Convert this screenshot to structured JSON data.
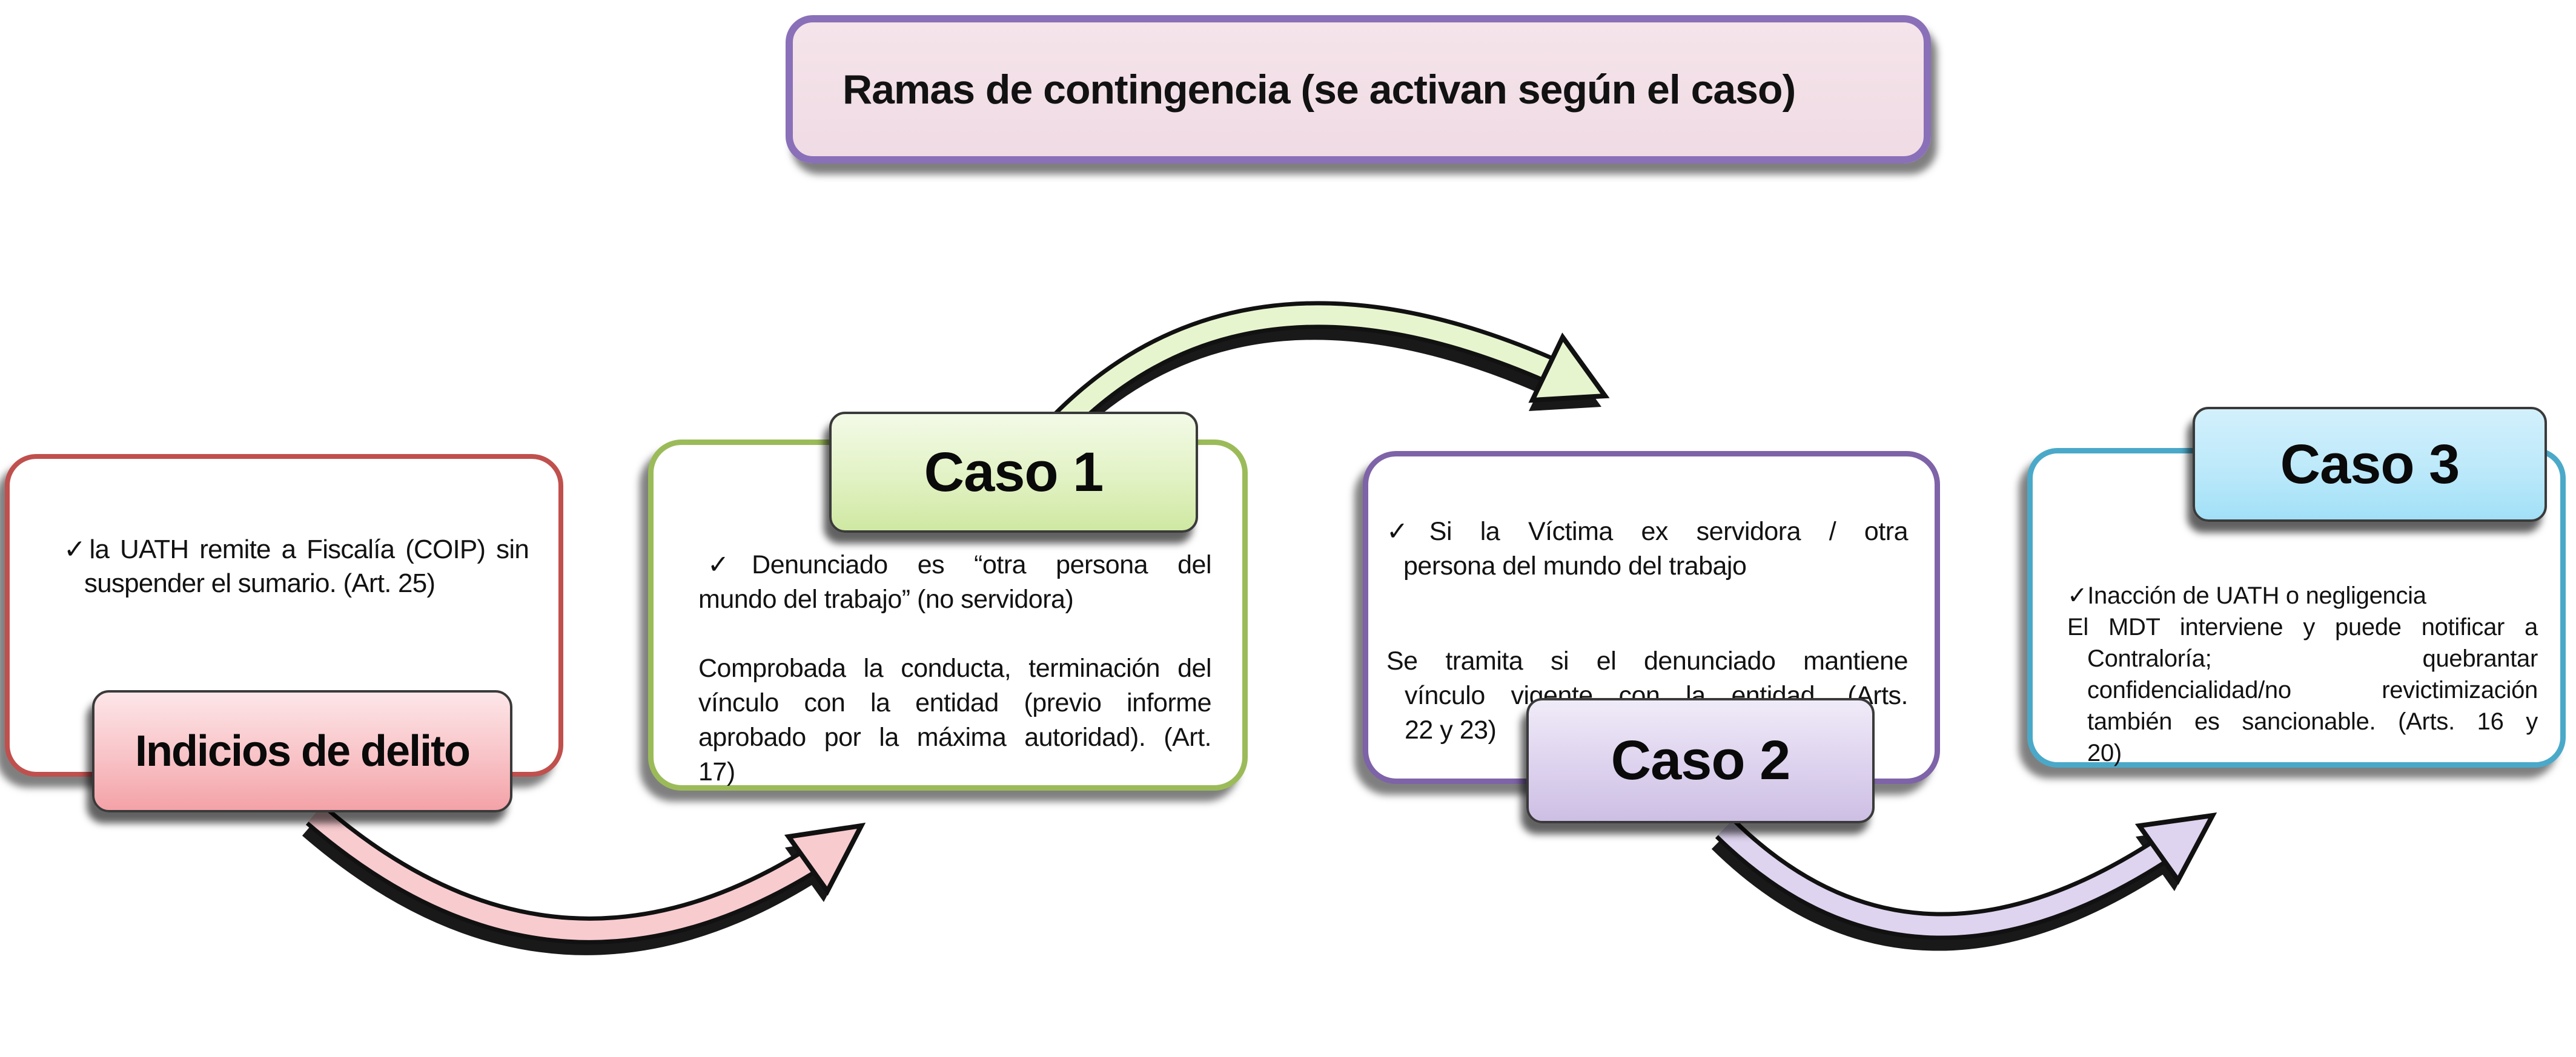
{
  "title": {
    "label": "Ramas de contingencia (se activan según el caso)"
  },
  "boxes": {
    "delito": {
      "label": "Indicios de delito",
      "lines": [
        "✓la UATH remite a Fiscalía (COIP) sin",
        "suspender el sumario. (Art. 25)"
      ]
    },
    "caso1": {
      "header": "Caso 1",
      "p1": [
        "✓Denunciado es “otra persona del",
        "mundo del trabajo” (no servidora)"
      ],
      "p2": [
        "Comprobada la conducta, terminación del",
        "vínculo con la entidad (previo informe",
        "aprobado por la máxima autoridad). (Art.",
        "17)"
      ]
    },
    "caso2": {
      "header": "Caso 2",
      "p1": [
        "✓Si la Víctima ex servidora / otra",
        "persona del mundo del trabajo"
      ],
      "p2": [
        "Se tramita si el denunciado mantiene",
        "vínculo vigente con la entidad. (Arts.",
        "22 y 23)"
      ]
    },
    "caso3": {
      "header": "Caso 3",
      "p1": [
        "✓Inacción de UATH o negligencia"
      ],
      "p2": [
        "El MDT interviene y puede notificar a",
        "Contraloría; quebrantar",
        "confidencialidad/no revictimización",
        "también es sancionable. (Arts. 16 y",
        "20)"
      ]
    }
  },
  "colors": {
    "title_border": "#8a70b8",
    "title_fill": "#f2dfe7",
    "delito_border": "#c0504d",
    "delito_label_top": "#fde6e8",
    "delito_label_bottom": "#f3a2a7",
    "caso1_border": "#9bbb59",
    "caso1_header_top": "#f3fae7",
    "caso1_header_bottom": "#cfe8a2",
    "caso2_border": "#7e63a8",
    "caso2_label_top": "#f0ebf8",
    "caso2_label_bottom": "#cdbfe4",
    "caso3_border": "#4aa9c9",
    "caso3_header_top": "#d3f0fc",
    "caso3_header_bottom": "#a2e0f7",
    "arrow_green": "#e7f5cf",
    "arrow_pink": "#f8cbcf",
    "arrow_purple": "#ded4ef",
    "arrow_outline": "#111111"
  }
}
